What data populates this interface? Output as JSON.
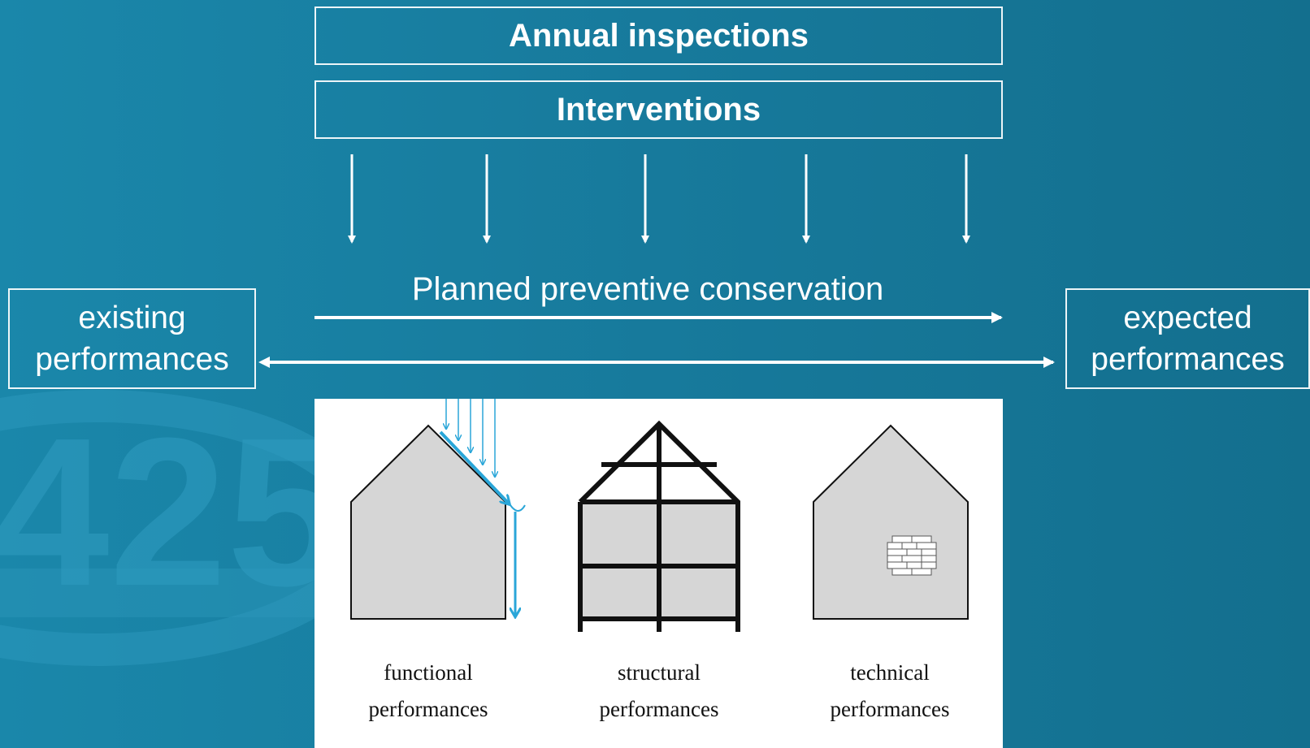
{
  "top_boxes": {
    "annual_inspections": "Annual inspections",
    "interventions": "Interventions"
  },
  "process_label": "Planned preventive conservation",
  "left_box": {
    "line1": "existing",
    "line2": "performances"
  },
  "right_box": {
    "line1": "expected",
    "line2": "performances"
  },
  "performance_types": [
    {
      "line1": "functional",
      "line2": "performances",
      "icon": "house-rain-gutter-icon"
    },
    {
      "line1": "structural",
      "line2": "performances",
      "icon": "house-frame-icon"
    },
    {
      "line1": "technical",
      "line2": "performances",
      "icon": "house-brick-patch-icon"
    }
  ],
  "watermark": "425",
  "colors": {
    "background": "#177a9c",
    "foreground": "#ffffff",
    "house_fill": "#d6d6d6",
    "water": "#2aa6d8"
  }
}
